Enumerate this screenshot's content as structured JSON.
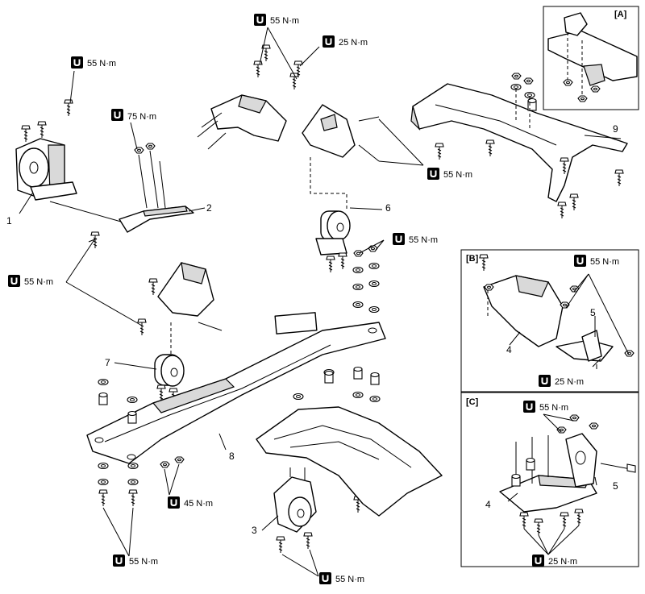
{
  "torque_labels": {
    "t1": "55 N·m",
    "t2": "75 N·m",
    "t3": "55 N·m",
    "t4": "25 N·m",
    "t5": "55 N·m",
    "t6": "55 N·m",
    "t7": "55 N·m",
    "t8": "55 N·m",
    "t9": "25 N·m",
    "t10": "55 N·m",
    "t11": "25 N·m",
    "t12": "45 N·m",
    "t13": "55 N·m",
    "t14": "55 N·m"
  },
  "callouts": {
    "c1": "1",
    "c2": "2",
    "c3": "3",
    "c4a": "4",
    "c4b": "4",
    "c5a": "5",
    "c5b": "5",
    "c6": "6",
    "c7": "7",
    "c8": "8",
    "c9": "9"
  },
  "insets": {
    "a": "[A]",
    "b": "[B]",
    "c": "[C]"
  }
}
